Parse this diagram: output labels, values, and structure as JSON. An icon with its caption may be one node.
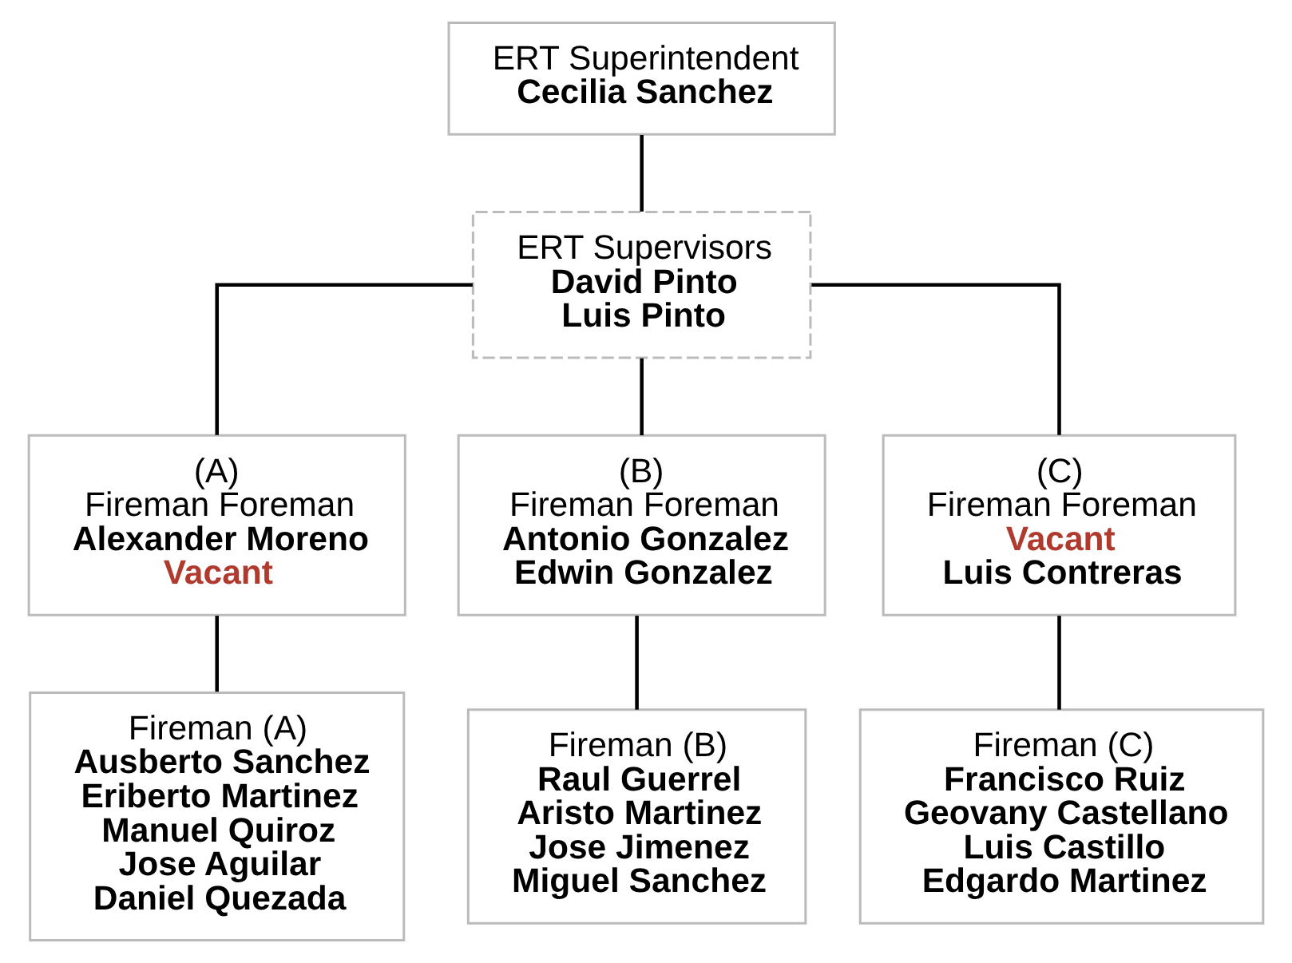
{
  "diagram": {
    "nodes": [
      {
        "text": [
          "ERT Superintendent",
          "Cecilia Sanchez"
        ]
      },
      {
        "text": [
          "ERT Supervisors",
          "David Pinto",
          "Luis Pinto"
        ]
      },
      {
        "text": [
          "(A)",
          "Fireman Foreman",
          "Alexander Moreno",
          "Vacant"
        ]
      },
      {
        "text": [
          "(B)",
          "Fireman Foreman",
          "Antonio Gonzalez",
          "Edwin Gonzalez"
        ]
      },
      {
        "text": [
          "(C)",
          "Fireman Foreman",
          "Vacant",
          "Luis Contreras"
        ]
      },
      {
        "text": [
          "Fireman (A)",
          "Ausberto Sanchez",
          "Eriberto Martinez",
          "Manuel Quiroz",
          "Jose Aguilar",
          "Daniel Quezada"
        ]
      },
      {
        "text": [
          "Fireman (B)",
          "Raul Guerrel",
          "Aristo Martinez",
          "Jose Jimenez",
          "Miguel Sanchez"
        ]
      },
      {
        "text": [
          "Fireman (C)",
          "Francisco Ruiz",
          "Geovany Castellano",
          "Luis Castillo",
          "Edgardo Martinez"
        ]
      }
    ],
    "edges": [
      {
        "from": 0,
        "to": 1,
        "arrow": "none"
      },
      {
        "from": 1,
        "to": 2,
        "arrow": "none"
      },
      {
        "from": 1,
        "to": 3,
        "arrow": "none"
      },
      {
        "from": 1,
        "to": 4,
        "arrow": "none"
      },
      {
        "from": 2,
        "to": 5,
        "arrow": "none"
      },
      {
        "from": 3,
        "to": 6,
        "arrow": "none"
      },
      {
        "from": 4,
        "to": 7,
        "arrow": "none"
      }
    ]
  }
}
